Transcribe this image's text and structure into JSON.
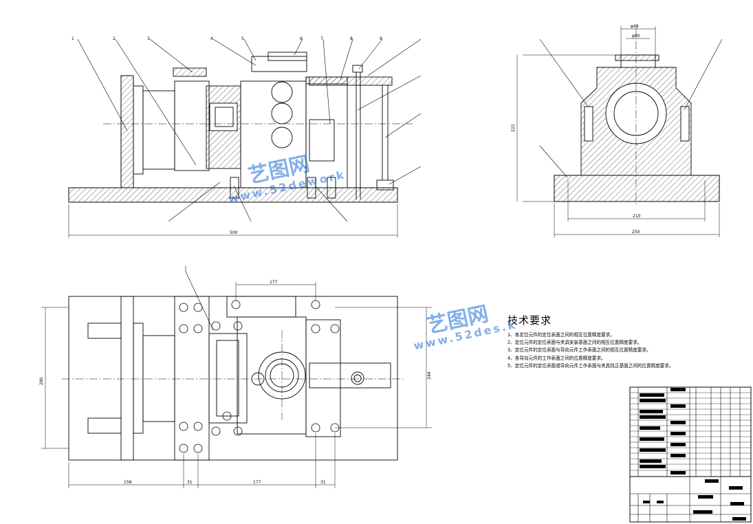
{
  "drawing": {
    "tech_title": "技术要求",
    "requirements": [
      "1、各定位元件的定位表面之间的相互位置精度要求。",
      "2、定位元件的定位表面与夹具安装基面之间的相互位置精度要求。",
      "3、定位元件的定位表面与导向元件工作表面之间的相互位置精度要求。",
      "4、各导向元件的工作表面之间的位置精度要求。",
      "5、定位元件的定位表面或导向元件工作表面与夹具找正基面之间的位置精度要求。"
    ],
    "dimensions": {
      "front_width": "500",
      "side_width": "250",
      "side_base": "210",
      "side_height": "222",
      "top_height": "280",
      "top_right": "244",
      "top_span": "177",
      "bottom_left": "158",
      "bottom_small1": "31",
      "bottom_mid": "177",
      "bottom_small2": "31",
      "bore_outer": "φ48",
      "bore_inner": "φ80"
    },
    "balloons": [
      "1",
      "2",
      "3",
      "4",
      "5",
      "6",
      "7",
      "8",
      "9"
    ]
  },
  "watermark": {
    "brand": "艺图网",
    "url1": "www.52dework",
    "url2": "www.52des.k"
  },
  "colors": {
    "line": "#000000",
    "watermark": "#1f6fd6"
  }
}
